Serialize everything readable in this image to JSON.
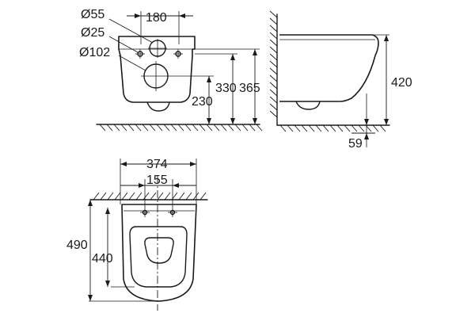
{
  "front_view": {
    "label_dia_55": "Ø55",
    "label_dia_25": "Ø25",
    "label_dia_102": "Ø102",
    "label_180": "180",
    "label_230": "230",
    "label_330": "330",
    "label_365": "365"
  },
  "side_view": {
    "label_420": "420",
    "label_59": "59"
  },
  "top_view": {
    "label_374": "374",
    "label_155": "155",
    "label_490": "490",
    "label_440": "440"
  }
}
